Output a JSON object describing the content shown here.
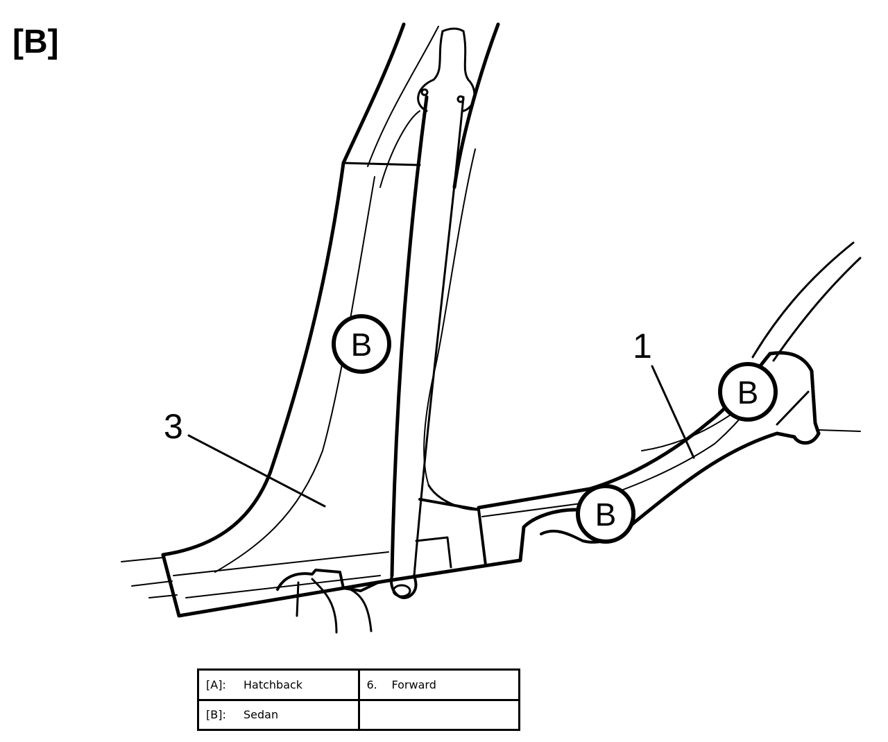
{
  "view_label": "[B]",
  "callouts": {
    "item_1": "1",
    "item_3": "3"
  },
  "markers": {
    "letter": "B"
  },
  "legend": {
    "row1": {
      "code": "[A]:",
      "label": "Hatchback",
      "num": "6.",
      "num_label": "Forward"
    },
    "row2": {
      "code": "[B]:",
      "label": "Sedan"
    }
  },
  "colors": {
    "line": "#000000",
    "background": "#ffffff"
  }
}
